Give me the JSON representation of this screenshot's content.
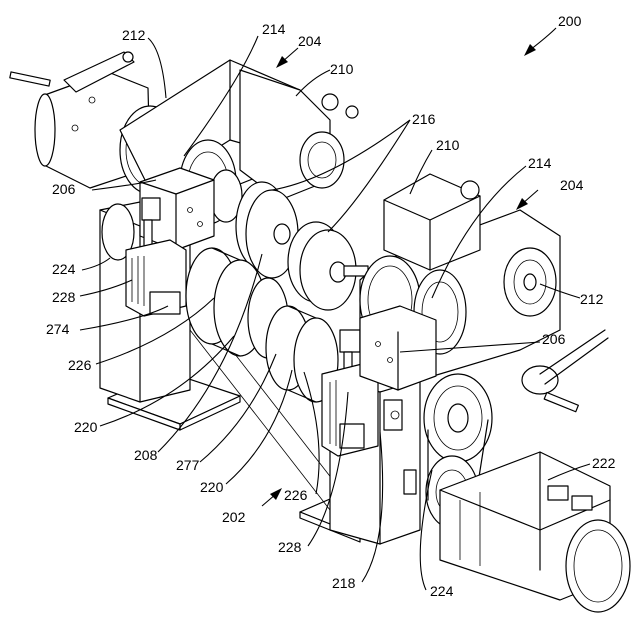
{
  "labels": {
    "l200": "200",
    "l212a": "212",
    "l214a": "214",
    "l204a": "204",
    "l210a": "210",
    "l216": "216",
    "l210b": "210",
    "l214b": "214",
    "l204b": "204",
    "l206a": "206",
    "l224a": "224",
    "l228a": "228",
    "l212b": "212",
    "l274": "274",
    "l206b": "206",
    "l226a": "226",
    "l220a": "220",
    "l208": "208",
    "l277": "277",
    "l222": "222",
    "l220b": "220",
    "l226b": "226",
    "l202": "202",
    "l228b": "228",
    "l218": "218",
    "l224b": "224"
  }
}
